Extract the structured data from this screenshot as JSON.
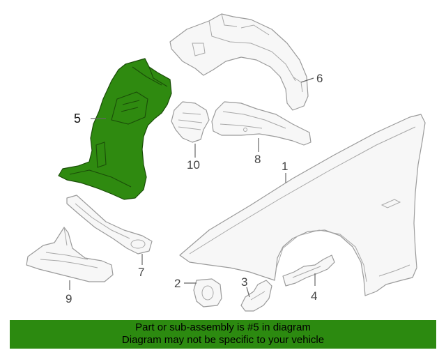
{
  "callouts": {
    "p1": "1",
    "p2": "2",
    "p3": "3",
    "p4": "4",
    "p5": "5",
    "p6": "6",
    "p7": "7",
    "p8": "8",
    "p9": "9",
    "p10": "10"
  },
  "highlighted_part": "5",
  "colors": {
    "highlight": "#2f8a10",
    "banner": "#2c8a10",
    "outline": "#9a9a9a"
  },
  "banner": {
    "line1": "Part or sub-assembly is #5 in diagram",
    "line2": "Diagram may not be specific to your vehicle"
  }
}
